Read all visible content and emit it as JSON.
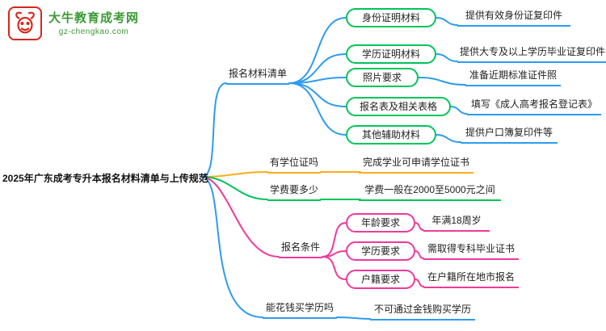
{
  "logo": {
    "site_name": "大牛教育成考网",
    "site_url": "gz-chengkao.com"
  },
  "root": {
    "title": "2025年广东成考专升本报名材料清单与上传规范"
  },
  "branches": [
    {
      "label": "报名材料清单",
      "color": "#2F9BF0",
      "children": [
        {
          "label": "身份证明材料",
          "value": "提供有效身份证复印件"
        },
        {
          "label": "学历证明材料",
          "value": "提供大专及以上学历毕业证复印件"
        },
        {
          "label": "照片要求",
          "value": "准备近期标准证件照"
        },
        {
          "label": "报名表及相关表格",
          "value": "填写《成人高考报名登记表》"
        },
        {
          "label": "其他辅助材料",
          "value": "提供户口簿复印件等"
        }
      ]
    },
    {
      "label": "有学位证吗",
      "value": "完成学业可申请学位证书",
      "color": "#FBAD18"
    },
    {
      "label": "学费要多少",
      "value": "学费一般在2000至5000元之间",
      "color": "#00C45A"
    },
    {
      "label": "报名条件",
      "color": "#F0399B",
      "children": [
        {
          "label": "年龄要求",
          "value": "年满18周岁"
        },
        {
          "label": "学历要求",
          "value": "需取得专科毕业证书"
        },
        {
          "label": "户籍要求",
          "value": "在户籍所在地市报名"
        }
      ]
    },
    {
      "label": "能花钱买学历吗",
      "value": "不可通过金钱购买学历",
      "color": "#2F9BF0"
    }
  ],
  "colors": {
    "blue": "#2F9BF0",
    "orange": "#FBAD18",
    "green": "#00C45A",
    "pink": "#F0399B",
    "logo_red": "#D5281B",
    "logo_green": "#3C9A35"
  }
}
